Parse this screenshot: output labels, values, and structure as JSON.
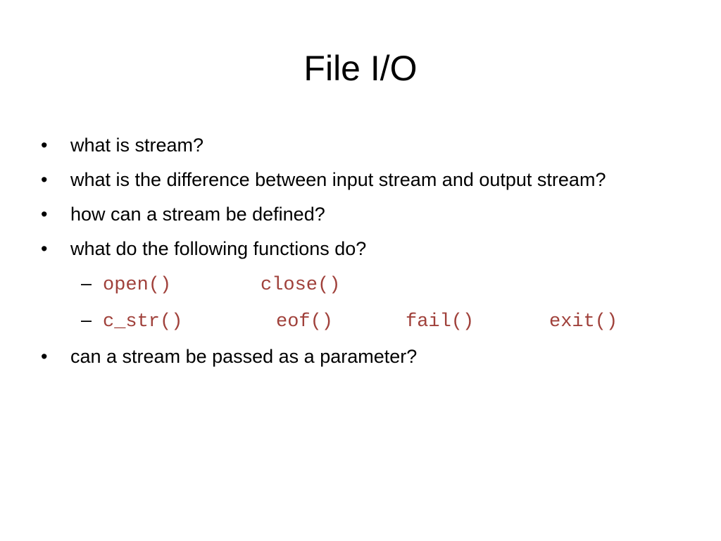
{
  "slide": {
    "title": "File I/O",
    "bullets": [
      "what is stream?",
      "what is the difference between input stream and output stream?",
      "how can a stream be defined?",
      "what do the following functions do?",
      "can a stream be passed as a parameter?"
    ],
    "sub_bullets": [
      [
        "open()",
        "close()"
      ],
      [
        "c_str()",
        "eof()",
        "fail()",
        "exit()"
      ]
    ],
    "bullet_symbol": "•",
    "dash_symbol": "–",
    "code_color": "#a0413b"
  }
}
